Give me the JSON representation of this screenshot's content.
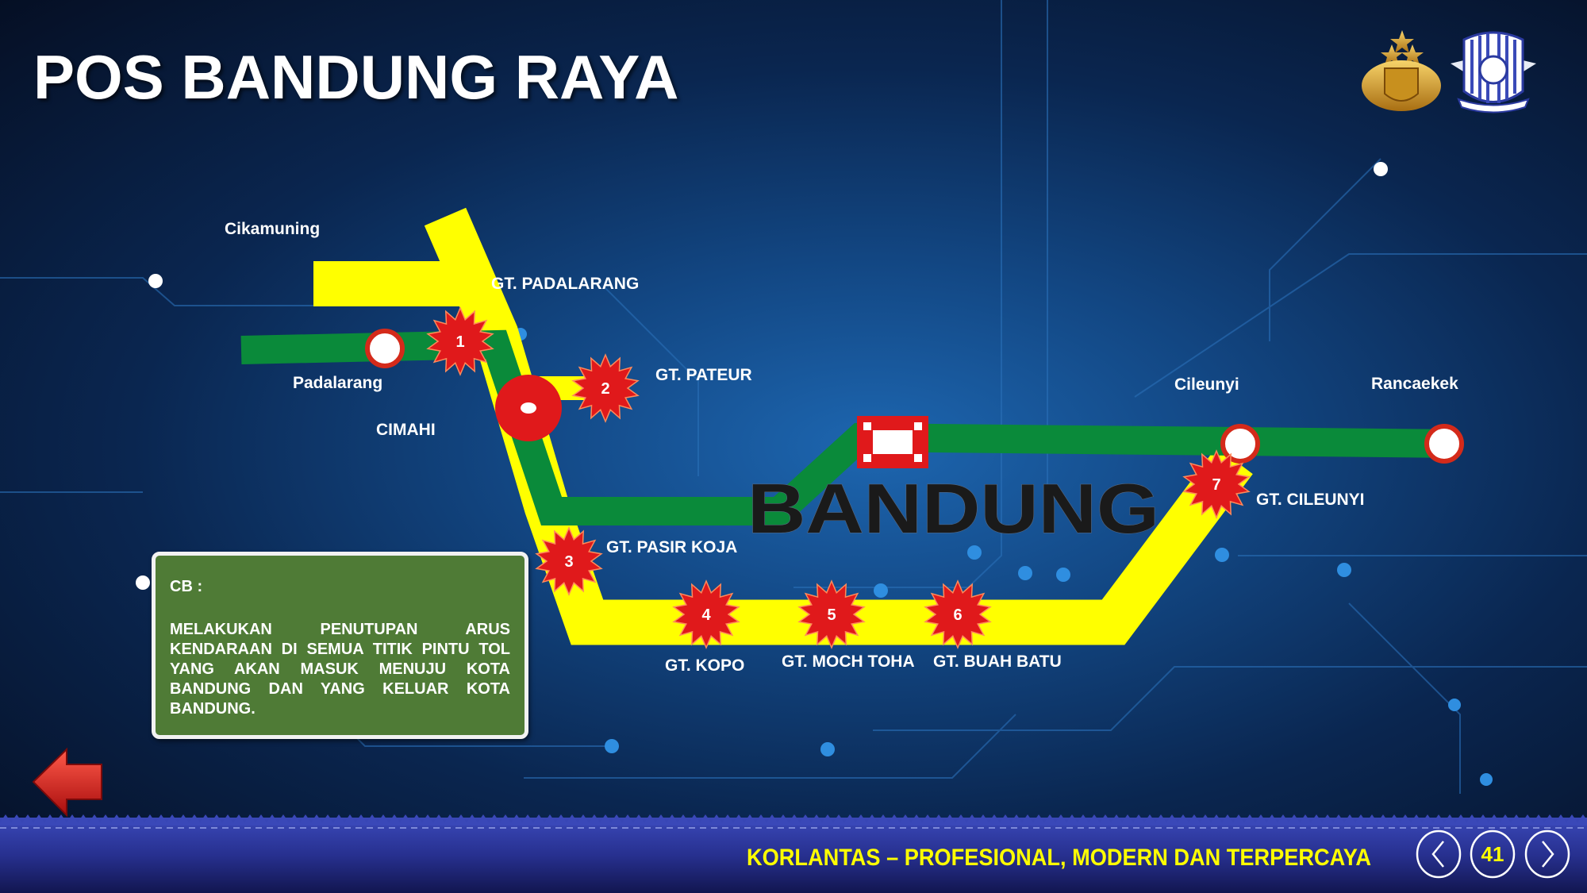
{
  "title": "POS BANDUNG RAYA",
  "map": {
    "city_label": "BANDUNG",
    "places": {
      "cikamuning": "Cikamuning",
      "padalarang": "Padalarang",
      "cimahi": "CIMAHI",
      "cileunyi": "Cileunyi",
      "rancaekek": "Rancaekek"
    },
    "gates": [
      {
        "num": "1",
        "label": "GT. PADALARANG"
      },
      {
        "num": "2",
        "label": "GT. PATEUR"
      },
      {
        "num": "3",
        "label": "GT. PASIR KOJA"
      },
      {
        "num": "4",
        "label": "GT. KOPO"
      },
      {
        "num": "5",
        "label": "GT. MOCH TOHA"
      },
      {
        "num": "6",
        "label": "GT. BUAH BATU"
      },
      {
        "num": "7",
        "label": "GT. CILEUNYI"
      }
    ],
    "colors": {
      "toll_road": "#ffff00",
      "route": "#0a8a3a",
      "marker": "#e0191b"
    }
  },
  "info": {
    "heading": "CB :",
    "body": "MELAKUKAN PENUTUPAN ARUS KENDARAAN DI SEMUA TITIK PINTU TOL YANG AKAN MASUK MENUJU KOTA BANDUNG DAN YANG KELUAR KOTA BANDUNG."
  },
  "footer": {
    "tagline": "KORLANTAS – PROFESIONAL, MODERN DAN TERPERCAYA",
    "page_number": "41"
  },
  "logos": [
    "polri-emblem",
    "korlantas-emblem"
  ]
}
